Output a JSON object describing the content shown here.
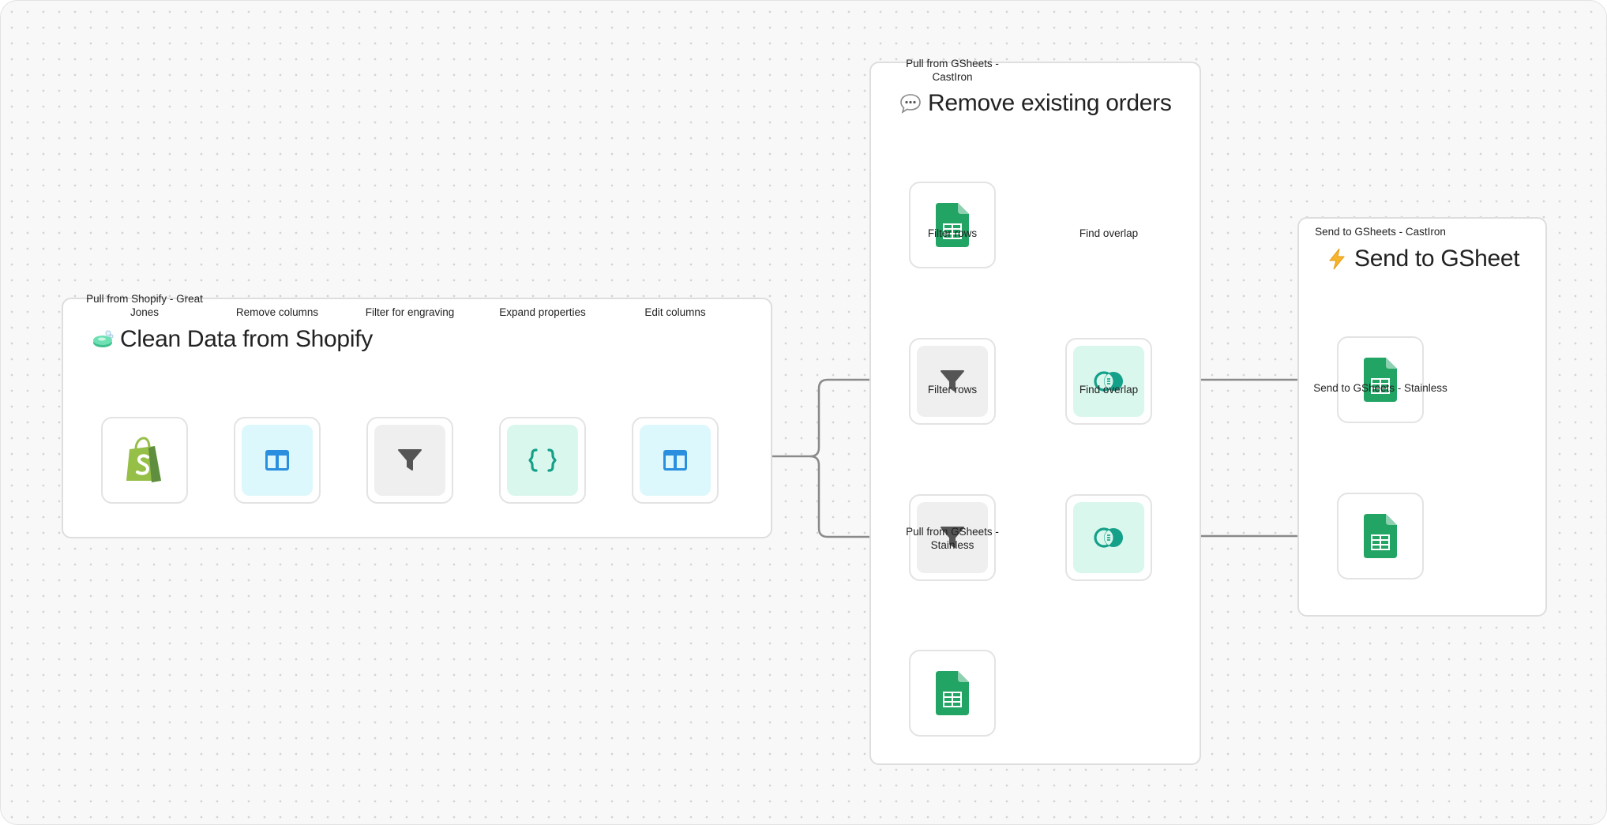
{
  "colors": {
    "canvas_bg": "#f8f8f8",
    "edge": "#8a8a8a",
    "sheets_green": "#21a464",
    "shopify_green": "#7ab55c",
    "table_blue": "#2a8fde",
    "teal": "#15a08a",
    "funnel_gray": "#555555"
  },
  "groups": {
    "clean": {
      "title": "Clean Data from Shopify",
      "icon": "soap-icon"
    },
    "remove": {
      "title": "Remove existing orders",
      "icon": "speech-bubble-icon"
    },
    "send": {
      "title": "Send to GSheet",
      "icon": "lightning-icon"
    }
  },
  "nodes": {
    "shopify": {
      "label": "Pull from Shopify - Great Jones",
      "icon": "shopify-icon"
    },
    "remove_columns": {
      "label": "Remove columns",
      "icon": "table-columns-icon"
    },
    "filter_engraving": {
      "label": "Filter for engraving",
      "icon": "funnel-icon"
    },
    "expand_properties": {
      "label": "Expand properties",
      "icon": "curly-braces-icon"
    },
    "edit_columns": {
      "label": "Edit columns",
      "icon": "table-columns-icon"
    },
    "gsheets_castiron": {
      "label": "Pull from GSheets - CastIron",
      "icon": "google-sheets-icon"
    },
    "filter_rows_1": {
      "label": "Filter rows",
      "icon": "funnel-icon"
    },
    "find_overlap_1": {
      "label": "Find overlap",
      "icon": "overlap-circles-icon"
    },
    "filter_rows_2": {
      "label": "Filter rows",
      "icon": "funnel-icon"
    },
    "find_overlap_2": {
      "label": "Find overlap",
      "icon": "overlap-circles-icon"
    },
    "gsheets_stainless": {
      "label": "Pull from GSheets - Stainless",
      "icon": "google-sheets-icon"
    },
    "send_castiron": {
      "label": "Send to GSheets - CastIron",
      "icon": "google-sheets-icon"
    },
    "send_stainless": {
      "label": "Send to GSheets - Stainless",
      "icon": "google-sheets-icon"
    }
  }
}
